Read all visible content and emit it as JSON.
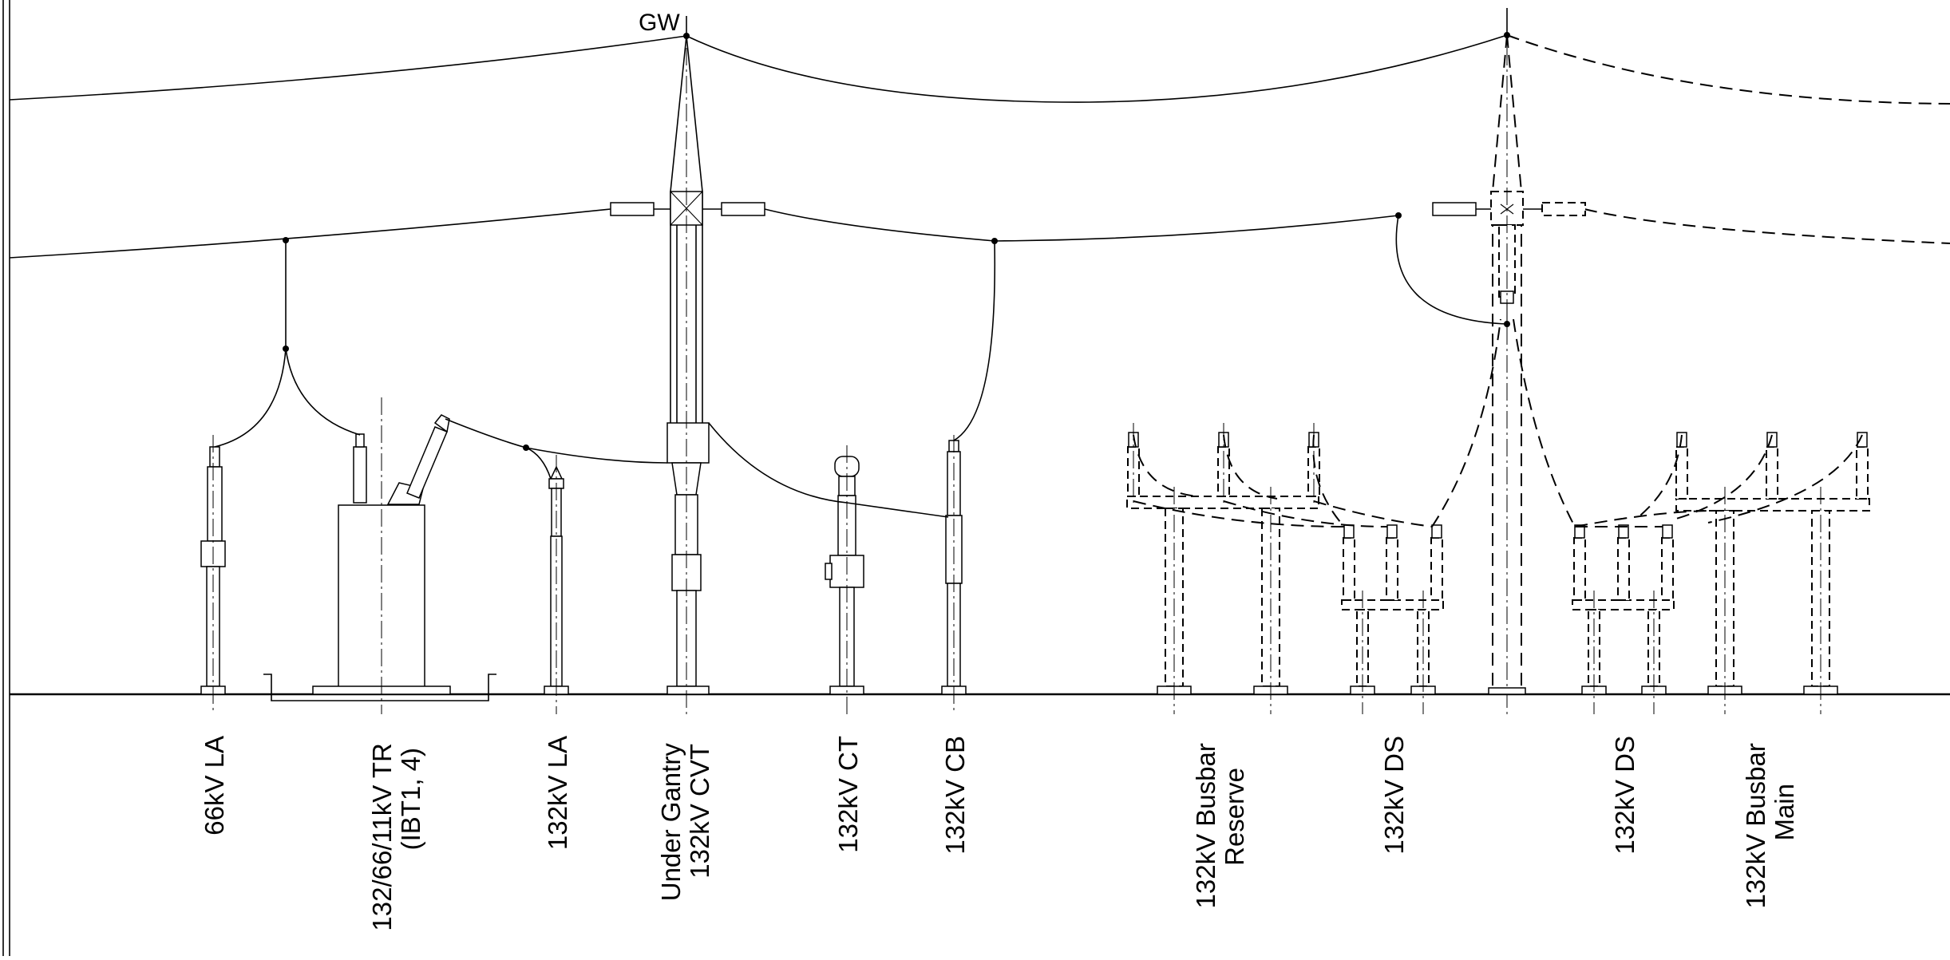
{
  "diagram": {
    "wire_label": "GW",
    "equipment": [
      {
        "id": "66kv-la",
        "lines": [
          "66kV LA"
        ]
      },
      {
        "id": "transformer",
        "lines": [
          "132/66/11kV TR",
          "(IBT1, 4)"
        ]
      },
      {
        "id": "132kv-la",
        "lines": [
          "132kV LA"
        ]
      },
      {
        "id": "cvt",
        "lines": [
          "Under Gantry",
          "132kV CVT"
        ]
      },
      {
        "id": "ct",
        "lines": [
          "132kV CT"
        ]
      },
      {
        "id": "cb",
        "lines": [
          "132kV CB"
        ]
      },
      {
        "id": "busbar-reserve",
        "lines": [
          "132kV Busbar",
          "Reserve"
        ]
      },
      {
        "id": "ds-1",
        "lines": [
          "132kV DS"
        ]
      },
      {
        "id": "ds-2",
        "lines": [
          "132kV DS"
        ]
      },
      {
        "id": "busbar-main",
        "lines": [
          "132kV Busbar",
          "Main"
        ]
      }
    ]
  }
}
